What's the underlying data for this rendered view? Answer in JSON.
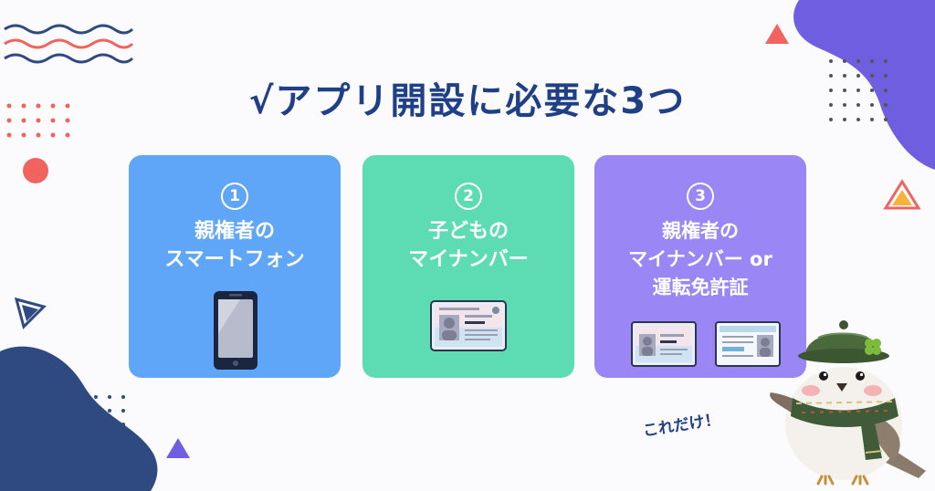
{
  "title": "√アプリ開設に必要な3つ",
  "cards": [
    {
      "number": "1",
      "label": "親権者の\nスマートフォン",
      "illustration": "smartphone-icon"
    },
    {
      "number": "2",
      "label": "子どもの\nマイナンバー",
      "illustration": "my-number-card-icon"
    },
    {
      "number": "3",
      "label": "親権者の\nマイナンバー or\n運転免許証",
      "illustration": "id-cards-icon"
    }
  ],
  "caption": "これだけ！",
  "colors": {
    "title": "#1f3f86",
    "card1": "#5fa6f8",
    "card2": "#5ddcb3",
    "card3": "#9b86f5",
    "accent_red": "#f0635f",
    "blob_purple": "#6f5fe0",
    "blob_navy": "#2f4a80"
  }
}
